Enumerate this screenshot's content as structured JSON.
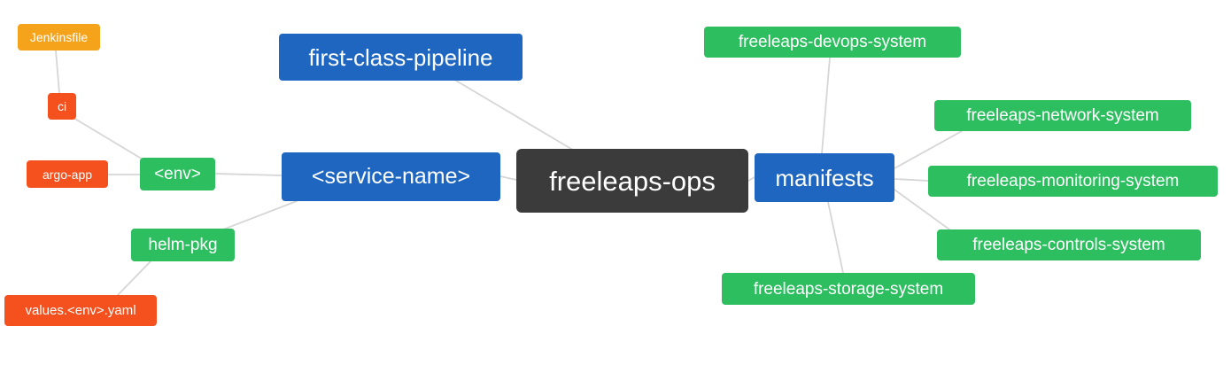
{
  "diagram": {
    "type": "mindmap",
    "root": "freeleaps-ops"
  },
  "colors": {
    "background": "#ffffff",
    "root_node": "#3b3b3b",
    "blue_node": "#1e66bf",
    "green_node": "#2dbe60",
    "orange_node": "#f4511e",
    "amber_node": "#f5a31a",
    "edge": "#d6d6d6",
    "text": "#ffffff"
  },
  "nodes": [
    {
      "id": "freeleaps-ops",
      "label": "freeleaps-ops",
      "color": "dark"
    },
    {
      "id": "first-class-pipeline",
      "label": "first-class-pipeline",
      "color": "blue"
    },
    {
      "id": "service-name",
      "label": "<service-name>",
      "color": "blue"
    },
    {
      "id": "manifests",
      "label": "manifests",
      "color": "blue"
    },
    {
      "id": "env",
      "label": "<env>",
      "color": "green"
    },
    {
      "id": "helm-pkg",
      "label": "helm-pkg",
      "color": "green"
    },
    {
      "id": "ci",
      "label": "ci",
      "color": "orange"
    },
    {
      "id": "argo-app",
      "label": "argo-app",
      "color": "orange"
    },
    {
      "id": "jenkinsfile",
      "label": "Jenkinsfile",
      "color": "amber"
    },
    {
      "id": "values-env-yaml",
      "label": "values.<env>.yaml",
      "color": "orange"
    },
    {
      "id": "freeleaps-devops-system",
      "label": "freeleaps-devops-system",
      "color": "green"
    },
    {
      "id": "freeleaps-network-system",
      "label": "freeleaps-network-system",
      "color": "green"
    },
    {
      "id": "freeleaps-monitoring-system",
      "label": "freeleaps-monitoring-system",
      "color": "green"
    },
    {
      "id": "freeleaps-controls-system",
      "label": "freeleaps-controls-system",
      "color": "green"
    },
    {
      "id": "freeleaps-storage-system",
      "label": "freeleaps-storage-system",
      "color": "green"
    }
  ],
  "edges": [
    {
      "from": "freeleaps-ops",
      "to": "first-class-pipeline"
    },
    {
      "from": "freeleaps-ops",
      "to": "service-name"
    },
    {
      "from": "freeleaps-ops",
      "to": "manifests"
    },
    {
      "from": "service-name",
      "to": "env"
    },
    {
      "from": "service-name",
      "to": "helm-pkg"
    },
    {
      "from": "env",
      "to": "ci"
    },
    {
      "from": "env",
      "to": "argo-app"
    },
    {
      "from": "ci",
      "to": "jenkinsfile"
    },
    {
      "from": "helm-pkg",
      "to": "values-env-yaml"
    },
    {
      "from": "manifests",
      "to": "freeleaps-devops-system"
    },
    {
      "from": "manifests",
      "to": "freeleaps-network-system"
    },
    {
      "from": "manifests",
      "to": "freeleaps-monitoring-system"
    },
    {
      "from": "manifests",
      "to": "freeleaps-controls-system"
    },
    {
      "from": "manifests",
      "to": "freeleaps-storage-system"
    }
  ]
}
